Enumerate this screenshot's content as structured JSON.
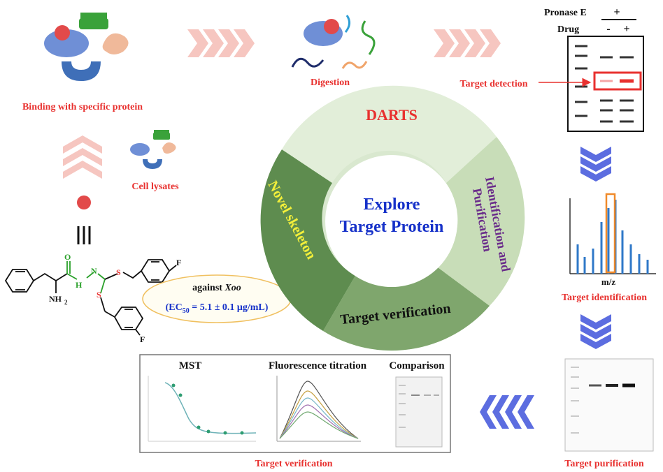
{
  "steps": {
    "binding": "Binding with specific protein",
    "digestion": "Digestion",
    "target_detection": "Target detection",
    "cell_lysates": "Cell lysates",
    "target_identification": "Target identification",
    "target_purification": "Target purification",
    "target_verification_caption": "Target verification"
  },
  "cycle": {
    "center_line1": "Explore",
    "center_line2": "Target Protein",
    "darts": "DARTS",
    "identification_line1": "Identification and",
    "identification_line2": "Purification",
    "verification": "Target verification",
    "novel": "Novel skeleton"
  },
  "gel": {
    "pronase_label": "Pronase E",
    "pronase_value": "+",
    "drug_label": "Drug",
    "drug_minus": "-",
    "drug_plus": "+"
  },
  "ms": {
    "xlabel": "m/z"
  },
  "compound": {
    "amine": "NH",
    "amine_sub": "2",
    "oxygen": "O",
    "nh": "H",
    "n": "N",
    "s1": "S",
    "s2": "S",
    "f1": "F",
    "f2": "F"
  },
  "activity": {
    "line1_prefix": "against ",
    "line1_italic": "Xoo",
    "line2": "(EC50 = 5.1 ± 0.1 μg/mL)",
    "ec_main": "(EC",
    "ec_sub": "50",
    "ec_rest": " = 5.1 ± 0.1 μg/mL)"
  },
  "verification_panels": {
    "mst": "MST",
    "fluorescence": "Fluorescence titration",
    "comparison": "Comparison"
  },
  "colors": {
    "accent_red": "#e8312f",
    "ring_light": "#d9e8cf",
    "ring_mid": "#a9c896",
    "ring_dark": "#5e8c4f",
    "center_text": "#1631c9",
    "identification_text": "#6a2c8a",
    "chevron_pink": "#f6c6c0",
    "chevron_blue": "#5c6de0"
  }
}
